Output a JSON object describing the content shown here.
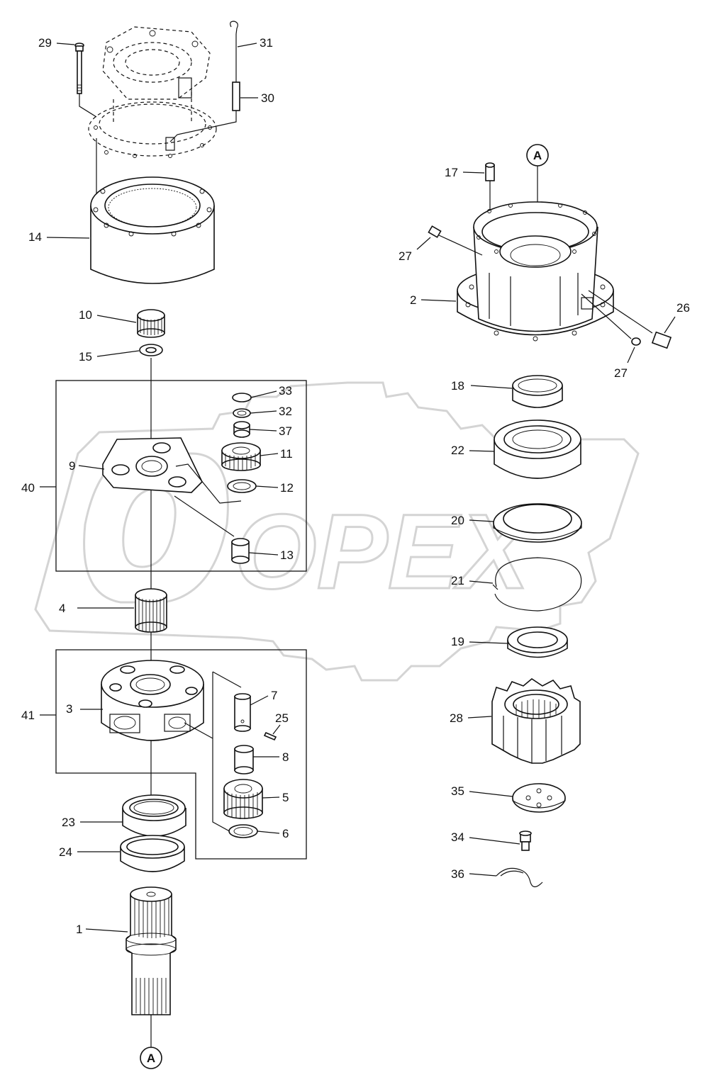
{
  "watermark": {
    "text": "OPEX"
  },
  "callouts": {
    "a_top": "A",
    "a_bottom": "A"
  },
  "labels": {
    "p29": "29",
    "p31": "31",
    "p30": "30",
    "p14": "14",
    "p17": "17",
    "p27a": "27",
    "p2": "2",
    "p26": "26",
    "p27b": "27",
    "p10": "10",
    "p15": "15",
    "p18": "18",
    "p33": "33",
    "p32": "32",
    "p37": "37",
    "p11": "11",
    "p9": "9",
    "p40": "40",
    "p12": "12",
    "p13": "13",
    "p22": "22",
    "p20": "20",
    "p21": "21",
    "p4": "4",
    "p19": "19",
    "p7": "7",
    "p3": "3",
    "p41": "41",
    "p25": "25",
    "p8": "8",
    "p28": "28",
    "p5": "5",
    "p35": "35",
    "p23": "23",
    "p6": "6",
    "p34": "34",
    "p24": "24",
    "p36": "36",
    "p1": "1"
  },
  "colors": {
    "ink": "#111111",
    "watermark": "#d4d4d4",
    "background": "#ffffff"
  }
}
